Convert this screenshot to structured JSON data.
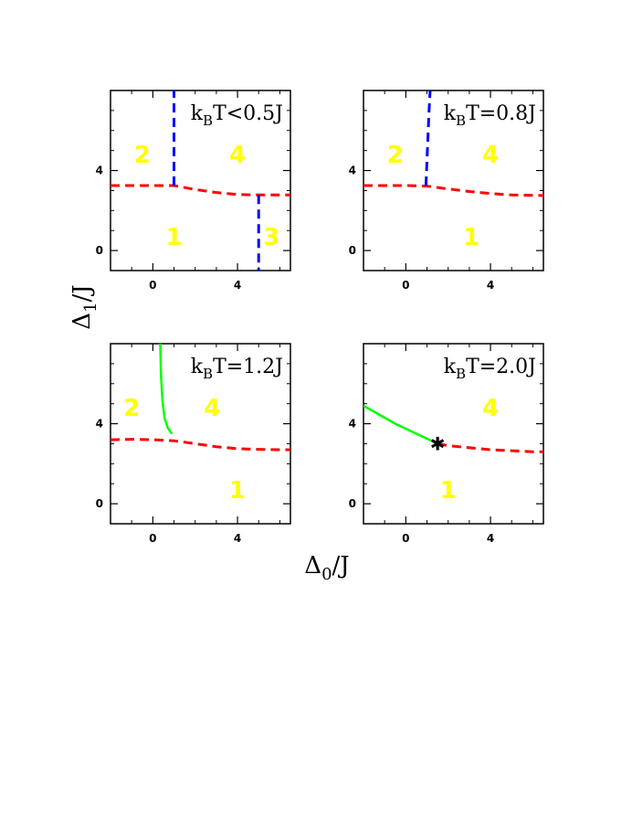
{
  "figure": {
    "xlabel": {
      "main": "Δ",
      "sub": "0",
      "rest": "/J"
    },
    "ylabel": {
      "main": "Δ",
      "sub": "1",
      "rest": "/J"
    }
  },
  "colors": {
    "red_dashed": "#ff0000",
    "blue_dashed": "#0000ff",
    "green_solid": "#00ff00",
    "region_label": "#ffff00",
    "axes": "#000000"
  },
  "chart_data": [
    {
      "type": "line",
      "panel": "top-left",
      "annotation": {
        "k": "k",
        "sub": "B",
        "rest": "T<0.5J"
      },
      "xlim": [
        -2,
        6.5
      ],
      "ylim": [
        -1,
        8
      ],
      "xticks": [
        0,
        4
      ],
      "yticks": [
        0,
        4
      ],
      "xtick_labels": [
        "0",
        "4"
      ],
      "ytick_labels": [
        "0",
        "4"
      ],
      "regions": [
        {
          "label": "2",
          "x": -0.5,
          "y": 4.8
        },
        {
          "label": "4",
          "x": 4.0,
          "y": 4.8
        },
        {
          "label": "1",
          "x": 1.0,
          "y": 0.7
        },
        {
          "label": "3",
          "x": 5.6,
          "y": 0.7
        }
      ],
      "series": [
        {
          "style": "dashed",
          "color": "#ff0000",
          "x": [
            -2,
            -1,
            0,
            1,
            2,
            3,
            4,
            5,
            6,
            6.5
          ],
          "y": [
            3.25,
            3.25,
            3.25,
            3.25,
            3.05,
            2.9,
            2.8,
            2.78,
            2.78,
            2.78
          ]
        },
        {
          "style": "dashed",
          "color": "#0000ff",
          "x": [
            1,
            1
          ],
          "y": [
            3.25,
            8
          ]
        },
        {
          "style": "dashed",
          "color": "#0000ff",
          "x": [
            5,
            5
          ],
          "y": [
            2.78,
            -1
          ]
        }
      ]
    },
    {
      "type": "line",
      "panel": "top-right",
      "annotation": {
        "k": "k",
        "sub": "B",
        "rest": "T=0.8J"
      },
      "xlim": [
        -2,
        6.5
      ],
      "ylim": [
        -1,
        8
      ],
      "xticks": [
        0,
        4
      ],
      "yticks": [
        0,
        4
      ],
      "xtick_labels": [
        "0",
        "4"
      ],
      "ytick_labels": [
        "0",
        "4"
      ],
      "regions": [
        {
          "label": "2",
          "x": -0.5,
          "y": 4.8
        },
        {
          "label": "4",
          "x": 4.0,
          "y": 4.8
        },
        {
          "label": "1",
          "x": 3.1,
          "y": 0.7
        }
      ],
      "series": [
        {
          "style": "dashed",
          "color": "#ff0000",
          "x": [
            -2,
            -1,
            0,
            1,
            2,
            3,
            4,
            5,
            6,
            6.5
          ],
          "y": [
            3.25,
            3.25,
            3.25,
            3.22,
            3.08,
            2.95,
            2.85,
            2.78,
            2.76,
            2.75
          ]
        },
        {
          "style": "dashed",
          "color": "#0000ff",
          "x": [
            0.95,
            1.0,
            1.05,
            1.1,
            1.15
          ],
          "y": [
            3.25,
            4.5,
            5.8,
            7.0,
            8.0
          ]
        }
      ]
    },
    {
      "type": "line",
      "panel": "bottom-left",
      "annotation": {
        "k": "k",
        "sub": "B",
        "rest": "T=1.2J"
      },
      "xlim": [
        -2,
        6.5
      ],
      "ylim": [
        -1,
        8
      ],
      "xticks": [
        0,
        4
      ],
      "yticks": [
        0,
        4
      ],
      "xtick_labels": [
        "0",
        "4"
      ],
      "ytick_labels": [
        "0",
        "4"
      ],
      "regions": [
        {
          "label": "2",
          "x": -1.0,
          "y": 4.8
        },
        {
          "label": "4",
          "x": 2.8,
          "y": 4.8
        },
        {
          "label": "1",
          "x": 4.0,
          "y": 0.7
        }
      ],
      "series": [
        {
          "style": "dashed",
          "color": "#ff0000",
          "x": [
            -2,
            -1,
            0,
            1,
            2,
            3,
            4,
            5,
            6,
            6.5
          ],
          "y": [
            3.2,
            3.22,
            3.2,
            3.15,
            3.0,
            2.85,
            2.75,
            2.72,
            2.7,
            2.7
          ]
        },
        {
          "style": "solid",
          "color": "#00ff00",
          "x": [
            0.35,
            0.38,
            0.45,
            0.55,
            0.7,
            0.9
          ],
          "y": [
            8.0,
            6.5,
            5.2,
            4.3,
            3.8,
            3.5
          ]
        }
      ]
    },
    {
      "type": "line",
      "panel": "bottom-right",
      "annotation": {
        "k": "k",
        "sub": "B",
        "rest": "T=2.0J"
      },
      "xlim": [
        -2,
        6.5
      ],
      "ylim": [
        -1,
        8
      ],
      "xticks": [
        0,
        4
      ],
      "yticks": [
        0,
        4
      ],
      "xtick_labels": [
        "0",
        "4"
      ],
      "ytick_labels": [
        "0",
        "4"
      ],
      "regions": [
        {
          "label": "4",
          "x": 4.0,
          "y": 4.8
        },
        {
          "label": "1",
          "x": 2.0,
          "y": 0.7
        }
      ],
      "series": [
        {
          "style": "dashed",
          "color": "#ff0000",
          "x": [
            1.5,
            2,
            3,
            4,
            5,
            6,
            6.5
          ],
          "y": [
            3.0,
            2.9,
            2.8,
            2.7,
            2.65,
            2.6,
            2.6
          ]
        },
        {
          "style": "solid",
          "color": "#00ff00",
          "x": [
            -2,
            -1.5,
            -1,
            -0.5,
            0,
            0.5,
            1,
            1.5
          ],
          "y": [
            4.9,
            4.6,
            4.3,
            4.0,
            3.75,
            3.5,
            3.25,
            3.0
          ]
        }
      ],
      "marker": {
        "symbol": "star",
        "x": 1.5,
        "y": 3.0
      }
    }
  ]
}
